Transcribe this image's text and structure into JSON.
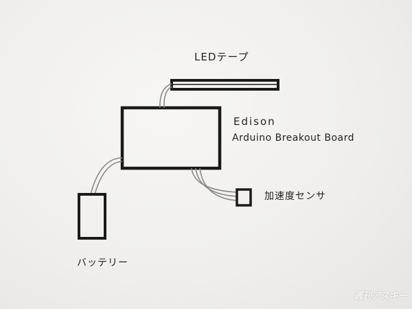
{
  "diagram": {
    "led_tape_label": "LEDテープ",
    "board_label_line1": "Edison",
    "board_label_line2": "Arduino Breakout Board",
    "accel_sensor_label": "加速度センサ",
    "battery_label": "バッテリー"
  },
  "watermark": "週刊アスキー",
  "colors": {
    "paper": "#f1f0ee",
    "ink": "#1a1a1a",
    "wire": "#8a8a8a"
  }
}
